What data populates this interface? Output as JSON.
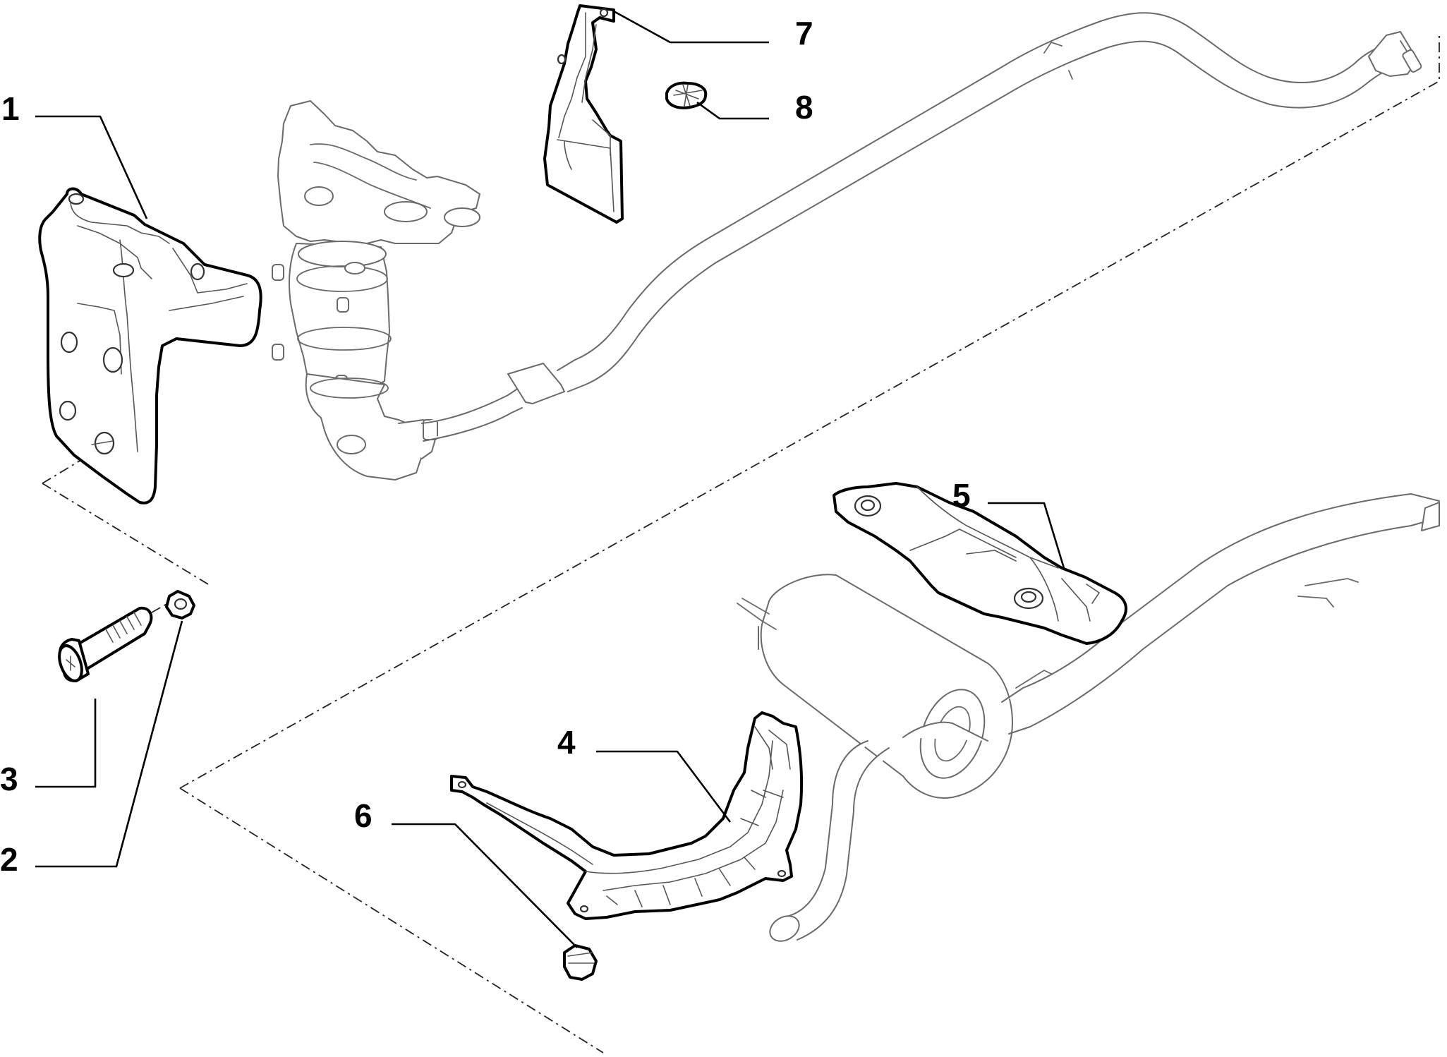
{
  "callouts": [
    {
      "id": "1",
      "label": "1"
    },
    {
      "id": "2",
      "label": "2"
    },
    {
      "id": "3",
      "label": "3"
    },
    {
      "id": "4",
      "label": "4"
    },
    {
      "id": "5",
      "label": "5"
    },
    {
      "id": "6",
      "label": "6"
    },
    {
      "id": "7",
      "label": "7"
    },
    {
      "id": "8",
      "label": "8"
    }
  ],
  "colors": {
    "part_outline": "#000000",
    "context_outline": "#6a6a6a",
    "background": "#ffffff"
  }
}
